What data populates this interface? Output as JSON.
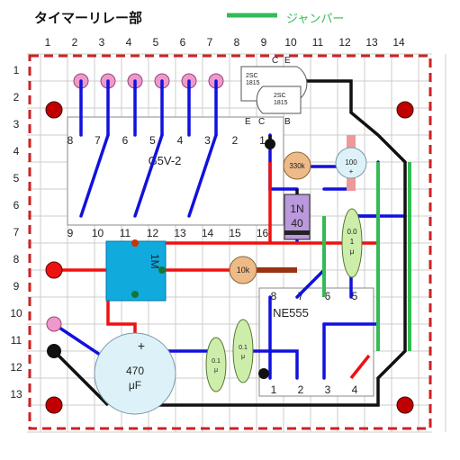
{
  "title": "タイマーリレー部",
  "legend": {
    "label": "ジャンパー",
    "color": "#33bb55"
  },
  "columns": [
    "1",
    "2",
    "3",
    "4",
    "5",
    "6",
    "7",
    "8",
    "9",
    "10",
    "11",
    "12",
    "13",
    "14"
  ],
  "rows": [
    "1",
    "2",
    "3",
    "4",
    "5",
    "6",
    "7",
    "8",
    "9",
    "10",
    "11",
    "12",
    "13"
  ],
  "relay": {
    "name": "G5V-2",
    "top_pins": [
      "8",
      "7",
      "6",
      "5",
      "4",
      "3",
      "2",
      "1"
    ],
    "bottom_pins": [
      "9",
      "10",
      "11",
      "12",
      "13",
      "14",
      "15",
      "16"
    ]
  },
  "ic": {
    "name": "NE555",
    "top_pins": [
      "8",
      "7",
      "6",
      "5"
    ],
    "bottom_pins": [
      "1",
      "2",
      "3",
      "4"
    ]
  },
  "transistor_top": {
    "part": "2SC\n1815",
    "pins": [
      "C",
      "E"
    ]
  },
  "transistor_bottom": {
    "part": "2SC\n1815",
    "pins": [
      "E",
      "C",
      "B"
    ],
    "top_pin": "B"
  },
  "resistor_330k": "330k",
  "resistor_10k": "10k",
  "cap_100": {
    "value": "100",
    "sign": "+"
  },
  "diode": {
    "line1": "1N",
    "line2": "40"
  },
  "pot": "1M",
  "cap_01_vertical": {
    "v1": "0.0",
    "v2": "1",
    "v3": "μ"
  },
  "cap_01_a": {
    "v1": "0.1",
    "v2": "μ"
  },
  "cap_01_b": {
    "v1": "0.1",
    "v2": "μ"
  },
  "cap_470": {
    "sign": "+",
    "v1": "470",
    "v2": "μF"
  },
  "colors": {
    "blue": "#1111dd",
    "red": "#ee1111",
    "black": "#111111",
    "green": "#33bb55",
    "brown": "#993311",
    "border": "#cc2222"
  }
}
